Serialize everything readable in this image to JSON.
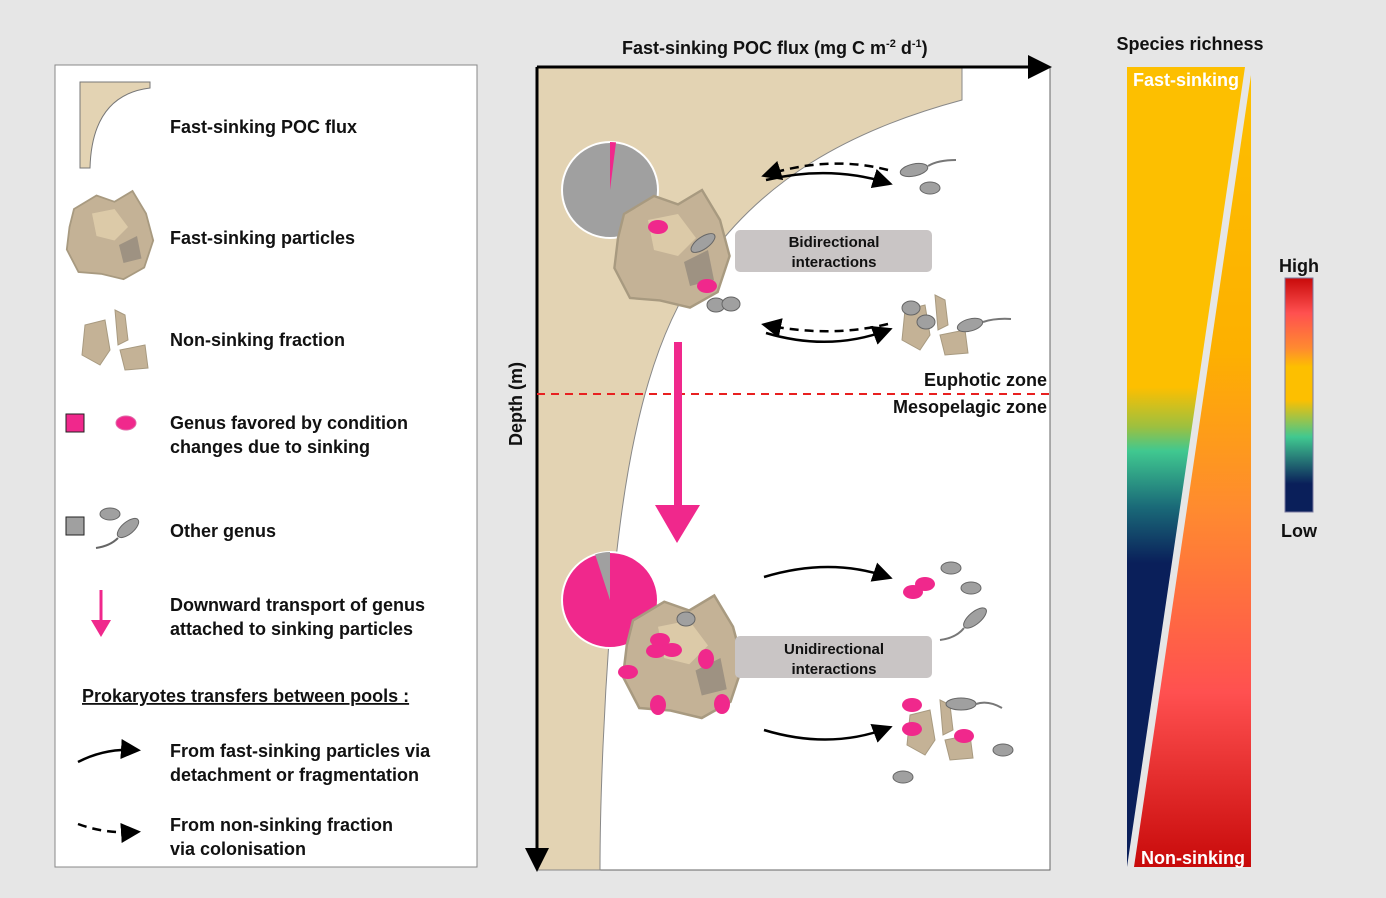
{
  "legend": {
    "poc_flux": "Fast-sinking POC flux",
    "particles": "Fast-sinking particles",
    "non_sinking": "Non-sinking fraction",
    "genus_favored": [
      "Genus favored by condition",
      "changes due to sinking"
    ],
    "other_genus": "Other genus",
    "downward": [
      "Downward transport of genus",
      "attached to sinking particles"
    ],
    "transfers_title": "Prokaryotes transfers between pools :",
    "from_fast": [
      "From fast-sinking particles via",
      "detachment or fragmentation"
    ],
    "from_non": [
      "From non-sinking fraction",
      "via colonisation"
    ]
  },
  "main": {
    "x_axis_label": "Fast-sinking POC flux (mg C m",
    "x_axis_sup1": "-2",
    "x_axis_mid": " d",
    "x_axis_sup2": "-1",
    "x_axis_end": ")",
    "y_axis_label": "Depth (m)",
    "euphotic": "Euphotic zone",
    "mesopelagic": "Mesopelagic zone",
    "bidirectional": [
      "Bidirectional",
      "interactions"
    ],
    "unidirectional": [
      "Unidirectional",
      "interactions"
    ],
    "pie_top_favored_fraction": 0.02,
    "pie_bottom_favored_fraction": 0.95
  },
  "richness": {
    "title": "Species richness",
    "fast": "Fast-sinking",
    "non": "Non-sinking",
    "high": "High",
    "low": "Low"
  },
  "colors": {
    "pink": "#f0288c",
    "gray": "#a0a0a0",
    "tan": "#e3d3b3",
    "particle": "#c4b296"
  }
}
